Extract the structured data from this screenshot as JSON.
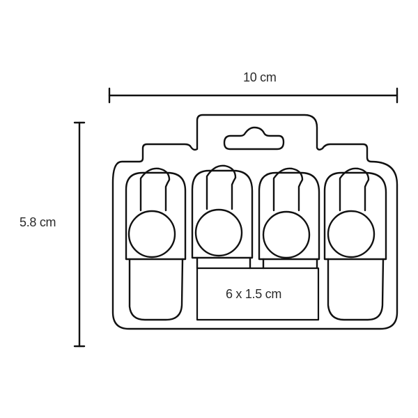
{
  "diagram": {
    "type": "dimension-drawing",
    "subject": "blister card with 4 clips and label area",
    "dimensions": {
      "width_label": "10 cm",
      "height_label": "5.8 cm",
      "label_area": "6 x 1.5 cm"
    },
    "items": {
      "clip_count": 4,
      "clips": [
        {
          "id": 1,
          "position": "left"
        },
        {
          "id": 2,
          "position": "center-left"
        },
        {
          "id": 3,
          "position": "center-right"
        },
        {
          "id": 4,
          "position": "right"
        }
      ]
    },
    "colors": {
      "stroke": "#111111",
      "text": "#2b2b2b",
      "background": "#ffffff"
    }
  }
}
